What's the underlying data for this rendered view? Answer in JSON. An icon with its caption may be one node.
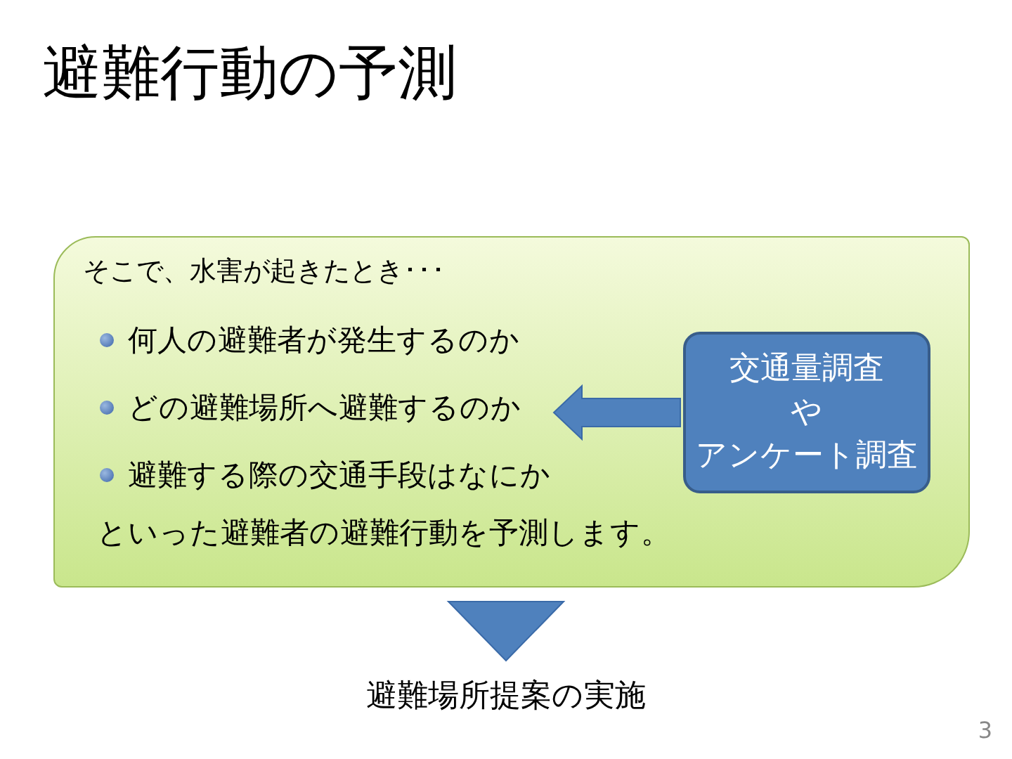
{
  "diagram": {
    "title": "避難行動の予測",
    "nodes": [
      {
        "text": [
          "そこで、水害が起きたとき･･･",
          "といった避難者の避難行動を予測します。"
        ]
      },
      {
        "text": [
          "何人の避難者が発生するのか",
          "どの避難場所へ避難するのか",
          "避難する際の交通手段はなにか"
        ],
        "in": 0
      },
      {
        "text": [
          "交通量調査",
          "や",
          "アンケート調査"
        ],
        "in": 0
      },
      {
        "text": [
          "避難場所提案の実施"
        ]
      }
    ],
    "edges": [
      {
        "from": 2,
        "to": 1,
        "arrow": "to"
      },
      {
        "from": 0,
        "to": 3,
        "arrow": "to"
      }
    ],
    "labels": [
      "3"
    ]
  }
}
